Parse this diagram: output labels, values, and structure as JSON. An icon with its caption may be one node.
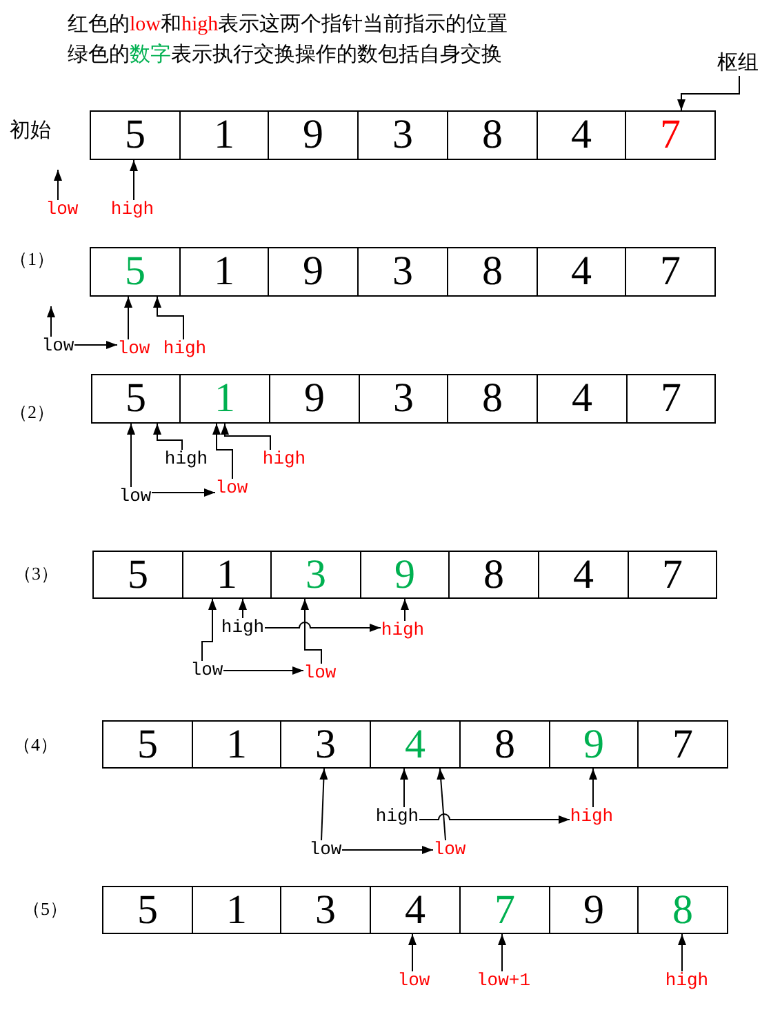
{
  "diagram": {
    "nodes": [
      {
        "text": [
          "枢组"
        ]
      },
      {
        "text": [
          "5"
        ]
      },
      {
        "text": [
          "1"
        ]
      },
      {
        "text": [
          "9"
        ]
      },
      {
        "text": [
          "3"
        ]
      },
      {
        "text": [
          "8"
        ]
      },
      {
        "text": [
          "4"
        ]
      },
      {
        "text": [
          "7"
        ]
      },
      {
        "text": [
          "low"
        ]
      },
      {
        "text": [
          "high"
        ]
      },
      {
        "text": [
          "5"
        ]
      },
      {
        "text": [
          "1"
        ]
      },
      {
        "text": [
          "9"
        ]
      },
      {
        "text": [
          "3"
        ]
      },
      {
        "text": [
          "8"
        ]
      },
      {
        "text": [
          "4"
        ]
      },
      {
        "text": [
          "7"
        ]
      },
      {
        "text": [
          "low"
        ]
      },
      {
        "text": [
          "low"
        ]
      },
      {
        "text": [
          "high"
        ]
      },
      {
        "text": [
          "5"
        ]
      },
      {
        "text": [
          "1"
        ]
      },
      {
        "text": [
          "9"
        ]
      },
      {
        "text": [
          "3"
        ]
      },
      {
        "text": [
          "8"
        ]
      },
      {
        "text": [
          "4"
        ]
      },
      {
        "text": [
          "7"
        ]
      },
      {
        "text": [
          "high"
        ]
      },
      {
        "text": [
          "high"
        ]
      },
      {
        "text": [
          "low"
        ]
      },
      {
        "text": [
          "low"
        ]
      },
      {
        "text": [
          "5"
        ]
      },
      {
        "text": [
          "1"
        ]
      },
      {
        "text": [
          "3"
        ]
      },
      {
        "text": [
          "9"
        ]
      },
      {
        "text": [
          "8"
        ]
      },
      {
        "text": [
          "4"
        ]
      },
      {
        "text": [
          "7"
        ]
      },
      {
        "text": [
          "high"
        ]
      },
      {
        "text": [
          "high"
        ]
      },
      {
        "text": [
          "low"
        ]
      },
      {
        "text": [
          "low"
        ]
      },
      {
        "text": [
          "5"
        ]
      },
      {
        "text": [
          "1"
        ]
      },
      {
        "text": [
          "3"
        ]
      },
      {
        "text": [
          "4"
        ]
      },
      {
        "text": [
          "8"
        ]
      },
      {
        "text": [
          "9"
        ]
      },
      {
        "text": [
          "7"
        ]
      },
      {
        "text": [
          "high"
        ]
      },
      {
        "text": [
          "high"
        ]
      },
      {
        "text": [
          "low"
        ]
      },
      {
        "text": [
          "low"
        ]
      },
      {
        "text": [
          "5"
        ]
      },
      {
        "text": [
          "1"
        ]
      },
      {
        "text": [
          "3"
        ]
      },
      {
        "text": [
          "4"
        ]
      },
      {
        "text": [
          "7"
        ]
      },
      {
        "text": [
          "9"
        ]
      },
      {
        "text": [
          "8"
        ]
      },
      {
        "text": [
          "low"
        ]
      },
      {
        "text": [
          "low+1"
        ]
      },
      {
        "text": [
          "high"
        ]
      }
    ],
    "edges": [
      {
        "from": 0,
        "to": 7,
        "arrow": "to"
      },
      {
        "from": 8,
        "to": null,
        "arrow": "to"
      },
      {
        "from": 9,
        "to": 1,
        "arrow": "to"
      },
      {
        "from": 17,
        "to": null,
        "arrow": "to"
      },
      {
        "from": 17,
        "to": 18,
        "arrow": "to"
      },
      {
        "from": 18,
        "to": 10,
        "arrow": "to"
      },
      {
        "from": 19,
        "to": 10,
        "arrow": "to"
      },
      {
        "from": 27,
        "to": 20,
        "arrow": "to"
      },
      {
        "from": 28,
        "to": 21,
        "arrow": "to"
      },
      {
        "from": 29,
        "to": 20,
        "arrow": "to"
      },
      {
        "from": 29,
        "to": 30,
        "arrow": "to"
      },
      {
        "from": 30,
        "to": 21,
        "arrow": "to"
      },
      {
        "from": 38,
        "to": 32,
        "arrow": "to"
      },
      {
        "from": 38,
        "to": 39,
        "arrow": "to"
      },
      {
        "from": 39,
        "to": 34,
        "arrow": "to"
      },
      {
        "from": 40,
        "to": 32,
        "arrow": "to"
      },
      {
        "from": 40,
        "to": 41,
        "arrow": "to"
      },
      {
        "from": 41,
        "to": 33,
        "arrow": "to"
      },
      {
        "from": 49,
        "to": 45,
        "arrow": "to"
      },
      {
        "from": 49,
        "to": 50,
        "arrow": "to"
      },
      {
        "from": 50,
        "to": 47,
        "arrow": "to"
      },
      {
        "from": 51,
        "to": 44,
        "arrow": "to"
      },
      {
        "from": 51,
        "to": 52,
        "arrow": "to"
      },
      {
        "from": 52,
        "to": 45,
        "arrow": "to"
      },
      {
        "from": 60,
        "to": 56,
        "arrow": "to"
      },
      {
        "from": 61,
        "to": 57,
        "arrow": "to"
      },
      {
        "from": 62,
        "to": 59,
        "arrow": "to"
      }
    ],
    "labels": [
      "红色的**low**和**high**表示这两个指针当前指示的位置",
      "绿色的**数字**表示执行交换操作的数包括自身交换",
      "初始",
      "（1）",
      "（2）",
      "（3）",
      "（4）",
      "（5）"
    ]
  }
}
